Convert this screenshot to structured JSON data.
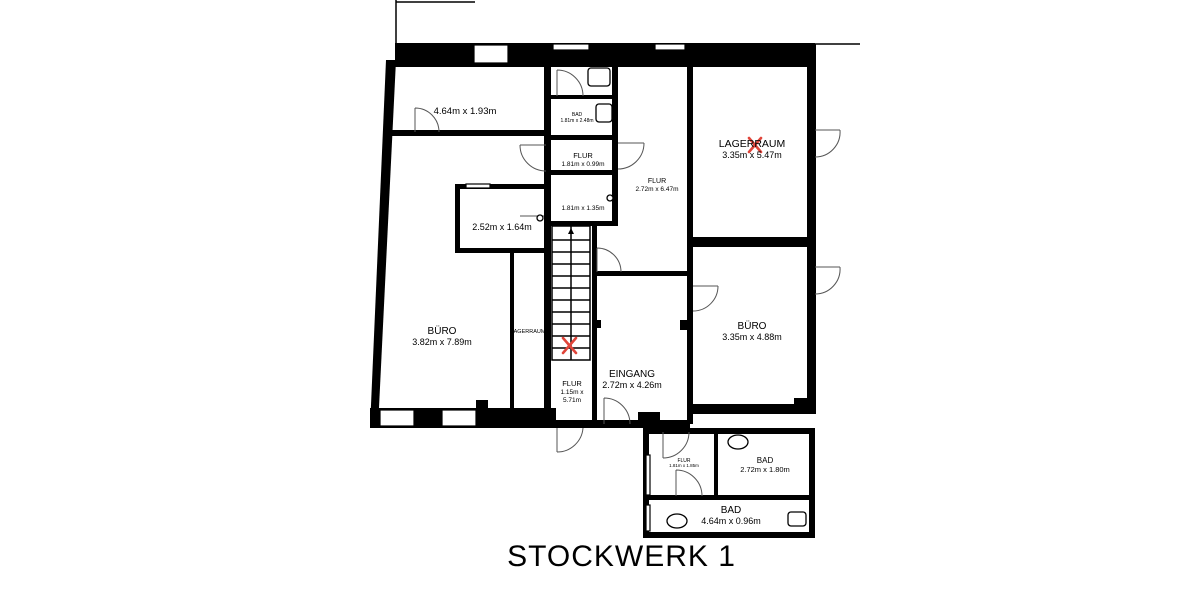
{
  "title": "STOCKWERK 1",
  "rooms": [
    {
      "name": "",
      "size": "4.64m x 1.93m"
    },
    {
      "name": "BAD",
      "size": "1.81m x 2.48m"
    },
    {
      "name": "FLUR",
      "size": "1.81m x 0.99m"
    },
    {
      "name": "",
      "size": "1.81m x 1.35m"
    },
    {
      "name": "FLUR",
      "size": "2.72m x 6.47m"
    },
    {
      "name": "LAGERRAUM",
      "size": "3.35m x 5.47m"
    },
    {
      "name": "",
      "size": "2.52m x 1.64m"
    },
    {
      "name": "LAGERRAUM",
      "size": ""
    },
    {
      "name": "BÜRO",
      "size": "3.82m x 7.89m"
    },
    {
      "name": "FLUR",
      "size": "1.15m x",
      "size2": "5.71m"
    },
    {
      "name": "EINGANG",
      "size": "2.72m x 4.26m"
    },
    {
      "name": "BÜRO",
      "size": "3.35m x 4.88m"
    },
    {
      "name": "FLUR",
      "size": "1.81m x 1.85m"
    },
    {
      "name": "BAD",
      "size": "2.72m x 1.80m"
    },
    {
      "name": "BAD",
      "size": "4.64m x 0.96m"
    }
  ],
  "marker_color": "#e0453a"
}
